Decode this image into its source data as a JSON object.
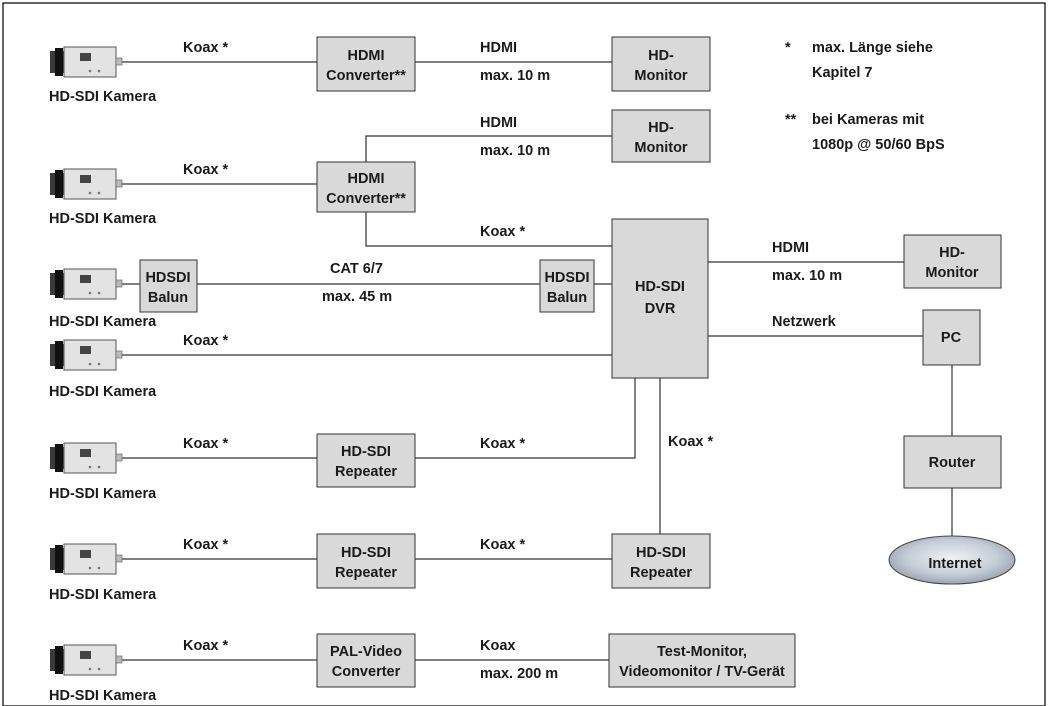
{
  "cameras": [
    {
      "label": "HD-SDI Kamera"
    },
    {
      "label": "HD-SDI Kamera"
    },
    {
      "label": "HD-SDI Kamera"
    },
    {
      "label": "HD-SDI Kamera"
    },
    {
      "label": "HD-SDI Kamera"
    },
    {
      "label": "HD-SDI Kamera"
    },
    {
      "label": "HD-SDI Kamera"
    }
  ],
  "boxes": {
    "conv1": [
      "HDMI",
      "Converter**"
    ],
    "mon1": [
      "HD-",
      "Monitor"
    ],
    "mon2": [
      "HD-",
      "Monitor"
    ],
    "conv2": [
      "HDMI",
      "Converter**"
    ],
    "balun1": [
      "HDSDI",
      "Balun"
    ],
    "balun2": [
      "HDSDI",
      "Balun"
    ],
    "dvr": [
      "HD-SDI",
      "DVR"
    ],
    "mon3": [
      "HD-",
      "Monitor"
    ],
    "pc": [
      "PC"
    ],
    "router": [
      "Router"
    ],
    "internet": [
      "Internet"
    ],
    "rep1": [
      "HD-SDI",
      "Repeater"
    ],
    "rep2": [
      "HD-SDI",
      "Repeater"
    ],
    "rep3": [
      "HD-SDI",
      "Repeater"
    ],
    "pal": [
      "PAL-Video",
      "Converter"
    ],
    "test": [
      "Test-Monitor,",
      "Videomonitor / TV-Gerät"
    ]
  },
  "links": {
    "koax": "Koax *",
    "hdmi": "HDMI",
    "hdmi_len": "max. 10 m",
    "cat": "CAT 6/7",
    "cat_len": "max. 45 m",
    "netzwerk": "Netzwerk",
    "koax_plain": "Koax",
    "koax_len": "max. 200 m"
  },
  "notes": {
    "star": "*",
    "star_text": [
      "max. Länge siehe",
      "Kapitel 7"
    ],
    "dstar": "**",
    "dstar_text": [
      "bei Kameras mit",
      "1080p @ 50/60 BpS"
    ]
  }
}
